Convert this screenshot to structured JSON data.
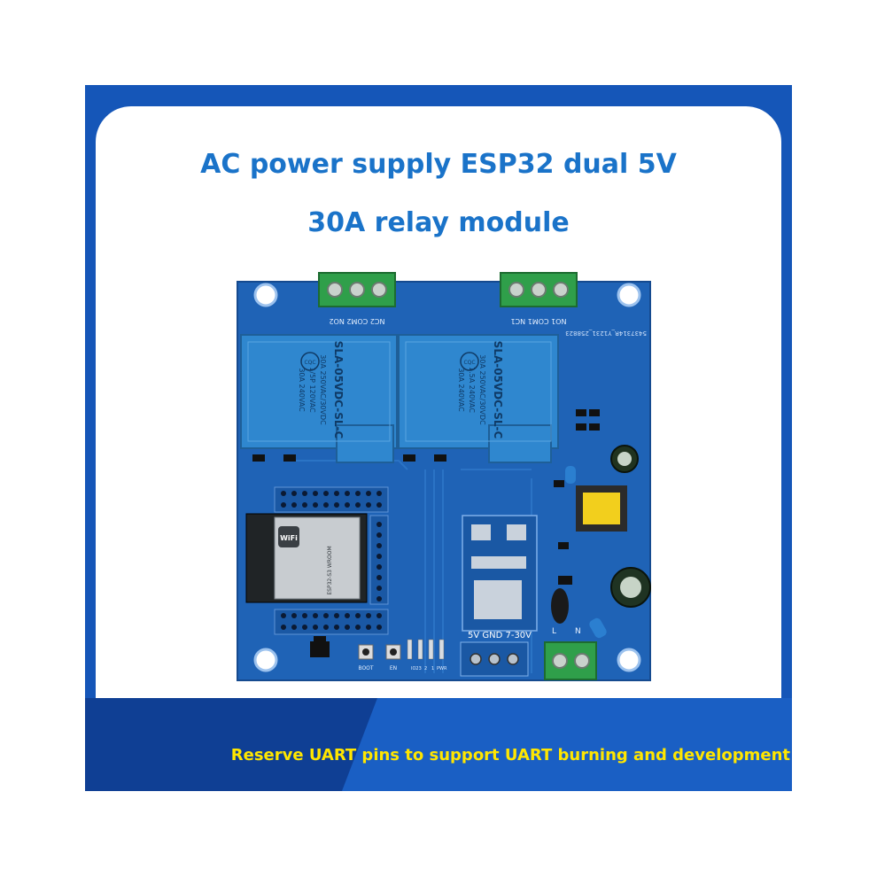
{
  "banner": {
    "title_line1": "AC power supply ESP32 dual 5V",
    "title_line2": "30A relay module",
    "caption": "Reserve UART pins to support UART burning and development"
  },
  "board": {
    "relay_text": [
      "SLA-05VDC-SL-C",
      "30A 250VAC/30VDC",
      "1/5P 120VAC",
      "1.5A 240VAC",
      "30A 240VAC"
    ],
    "relay_badge": "CQC",
    "module_label": "WiFi",
    "module_text": "ESP32-S3 WROOM",
    "terminal_labels": [
      "NC2 COM2 NO2",
      "NO1 COM1 NC1"
    ],
    "power_label": "5V GND 7-30V",
    "ac_labels": [
      "L",
      "N"
    ],
    "button_labels": [
      "BOOT",
      "EN"
    ],
    "led_labels": [
      "IO23",
      "2",
      "1",
      "PWR"
    ],
    "serial": "5437314R_Y1231_258823"
  },
  "colors": {
    "frame_blue": "#1556b8",
    "band_dark": "#0f3f94",
    "title_blue": "#1a73c9",
    "caption_yellow": "#ffe600",
    "pcb_blue": "#1f63b6",
    "relay_blue": "#2f87cf",
    "terminal_green": "#2f9f4a"
  }
}
